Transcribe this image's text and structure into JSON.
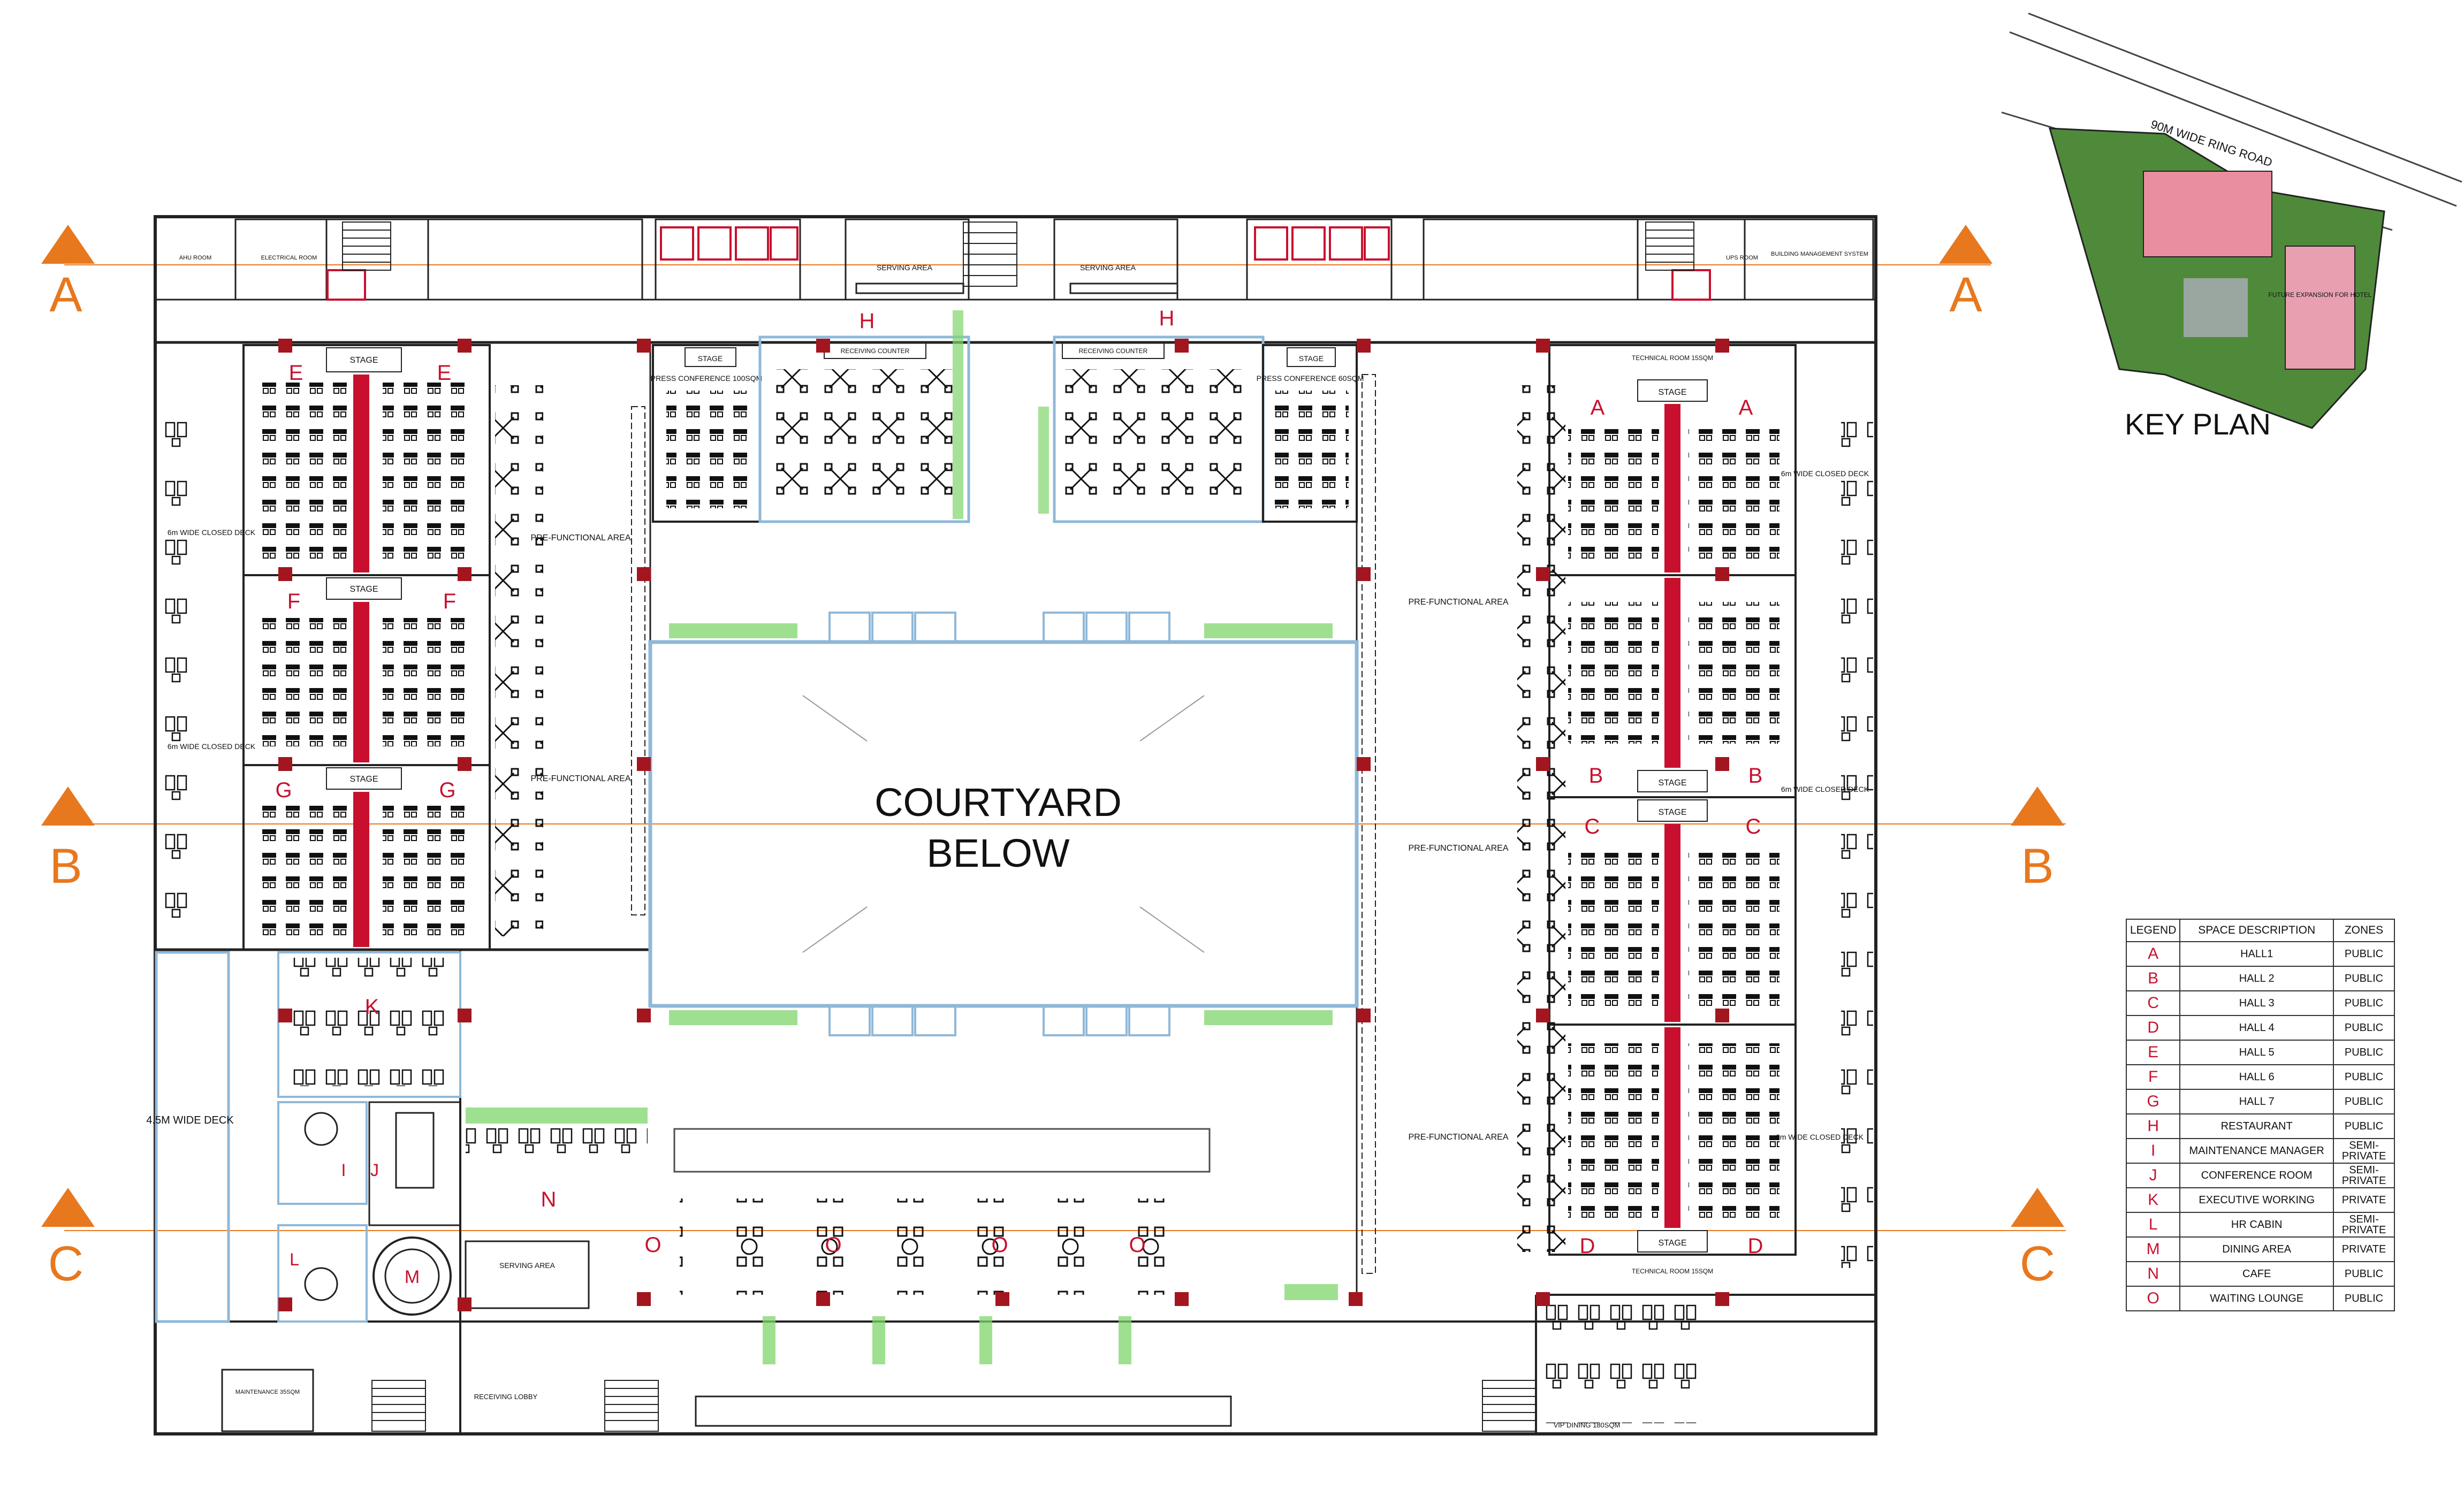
{
  "grid_lines": [
    {
      "label": "A",
      "color": "#e8781e"
    },
    {
      "label": "B",
      "color": "#e8781e"
    },
    {
      "label": "C",
      "color": "#e8781e"
    }
  ],
  "courtyard": {
    "line1": "COURTYARD",
    "line2": "BELOW"
  },
  "key_plan": {
    "title": "KEY PLAN",
    "road": "90M WIDE RING ROAD",
    "future": "FUTURE EXPANSION FOR HOTEL"
  },
  "rooms": {
    "ahu": "AHU ROOM",
    "electrical": "ELECTRICAL ROOM",
    "ups": "UPS ROOM",
    "bms": "BUILDING MANAGEMENT SYSTEM",
    "serving": "SERVING AREA",
    "receiving_counter": "RECEIVING COUNTER",
    "stage": "STAGE",
    "press_left": "PRESS CONFERENCE 100SQM",
    "press_right": "PRESS CONFERENCE 60SQM",
    "technical_room": "TECHNICAL ROOM 15SQM",
    "prefunction": "PRE-FUNCTIONAL AREA",
    "deck_6m_a": "6m WIDE CLOSED DECK",
    "deck_45": "4.5M WIDE DECK",
    "maintenance": "MAINTENANCE 35SQM",
    "receiving_lobby": "RECEIVING LOBBY",
    "vip_dining": "VIP DINING 180SQM"
  },
  "zone_markers": [
    "A",
    "B",
    "C",
    "D",
    "E",
    "F",
    "G",
    "H",
    "I",
    "J",
    "K",
    "L",
    "M",
    "N",
    "O"
  ],
  "legend": {
    "headers": [
      "LEGEND",
      "SPACE DESCRIPTION",
      "ZONES"
    ],
    "rows": [
      {
        "code": "A",
        "desc": "HALL1",
        "zone": "PUBLIC"
      },
      {
        "code": "B",
        "desc": "HALL 2",
        "zone": "PUBLIC"
      },
      {
        "code": "C",
        "desc": "HALL 3",
        "zone": "PUBLIC"
      },
      {
        "code": "D",
        "desc": "HALL 4",
        "zone": "PUBLIC"
      },
      {
        "code": "E",
        "desc": "HALL 5",
        "zone": "PUBLIC"
      },
      {
        "code": "F",
        "desc": "HALL 6",
        "zone": "PUBLIC"
      },
      {
        "code": "G",
        "desc": "HALL 7",
        "zone": "PUBLIC"
      },
      {
        "code": "H",
        "desc": "RESTAURANT",
        "zone": "PUBLIC"
      },
      {
        "code": "I",
        "desc": "MAINTENANCE MANAGER",
        "zone": "SEMI-PRIVATE"
      },
      {
        "code": "J",
        "desc": "CONFERENCE ROOM",
        "zone": "SEMI-PRIVATE"
      },
      {
        "code": "K",
        "desc": "EXECUTIVE WORKING",
        "zone": "PRIVATE"
      },
      {
        "code": "L",
        "desc": "HR CABIN",
        "zone": "SEMI-PRIVATE"
      },
      {
        "code": "M",
        "desc": "DINING AREA",
        "zone": "PRIVATE"
      },
      {
        "code": "N",
        "desc": "CAFE",
        "zone": "PUBLIC"
      },
      {
        "code": "O",
        "desc": "WAITING LOUNGE",
        "zone": "PUBLIC"
      }
    ]
  },
  "colors": {
    "walls": "#222222",
    "columns": "#a3161f",
    "aisle": "#c8102e",
    "glass": "#8fb8d8",
    "grid": "#e8781e",
    "planter": "#7fd66b"
  }
}
